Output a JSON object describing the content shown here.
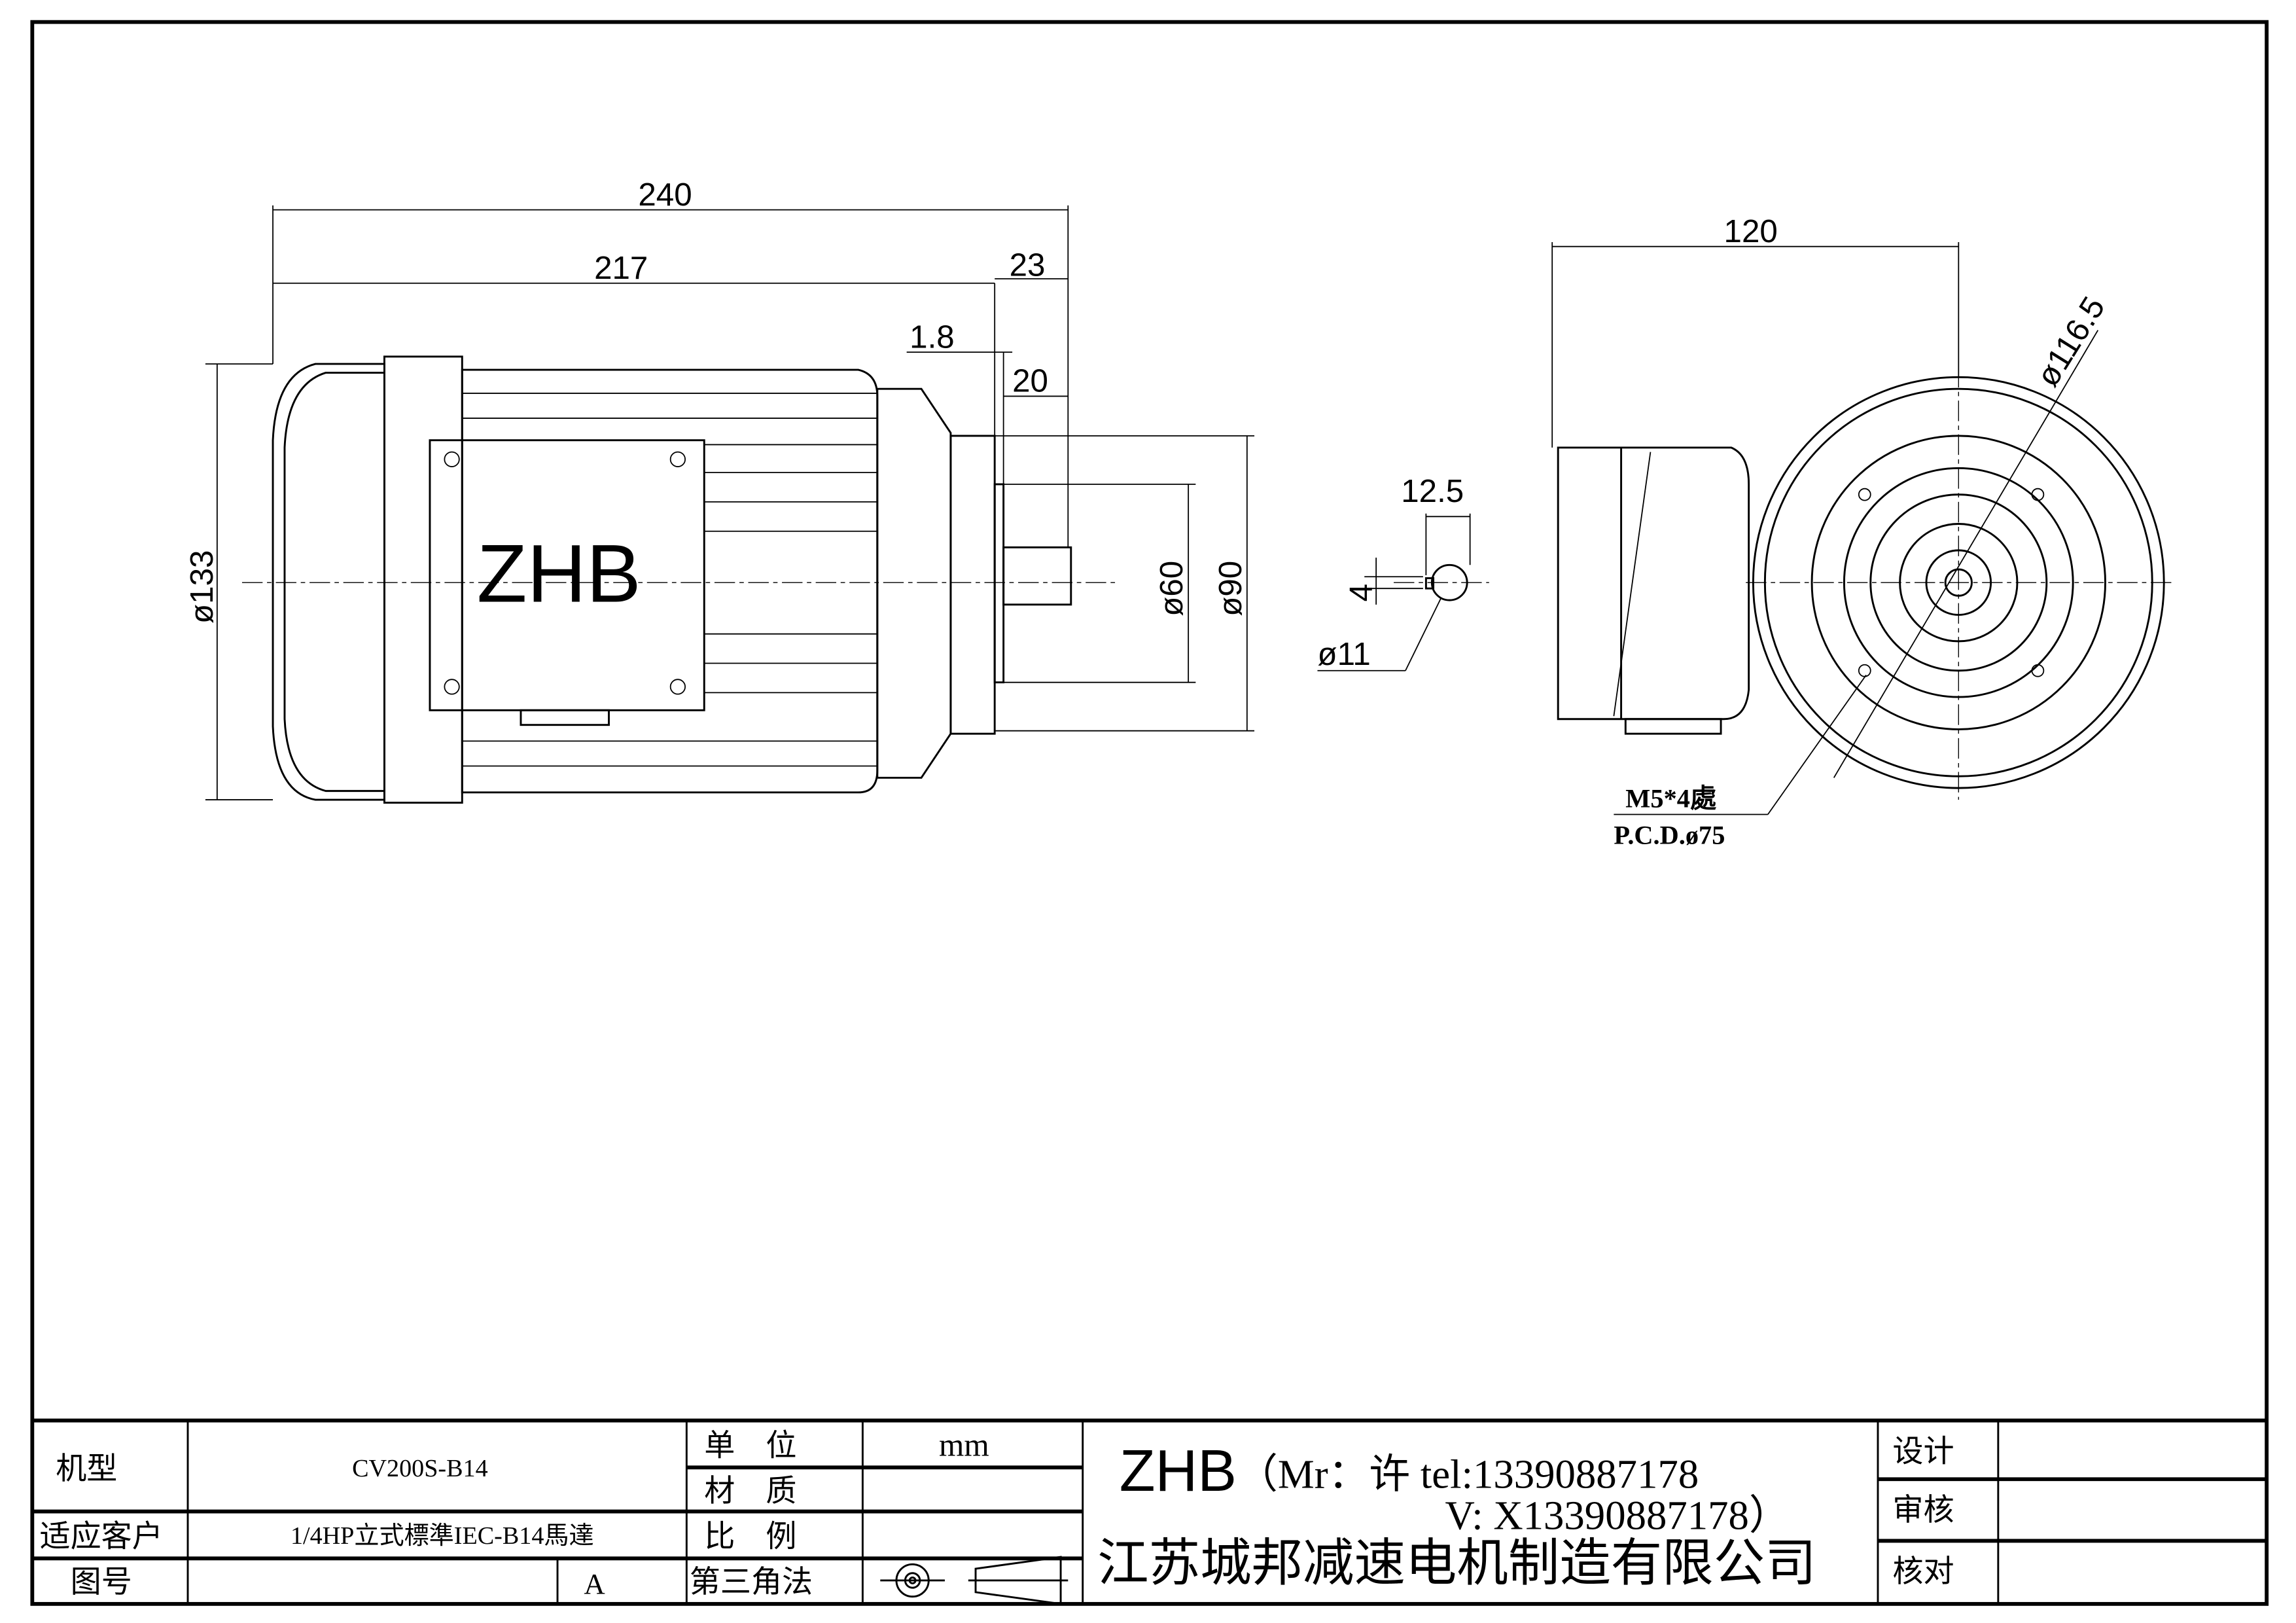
{
  "drawing": {
    "logo_text": "ZHB",
    "front_view_dims": {
      "overall_length": "240",
      "body_length": "217",
      "shaft_length": "23",
      "flange_thickness": "1.8",
      "key_length": "20",
      "body_diameter": "ø133",
      "spigot_diameter": "ø60",
      "flange_diameter": "ø90"
    },
    "shaft_detail": {
      "key_height": "12.5",
      "key_width": "4",
      "shaft_diameter": "ø11"
    },
    "side_view_dims": {
      "width": "120",
      "outer_diameter": "ø116.5",
      "holes": "M5*4處",
      "pcd": "P.C.D.ø75"
    }
  },
  "title_block": {
    "model_label": "机型",
    "model_value": "CV200S-B14",
    "customer_label": "适应客户",
    "customer_value": "1/4HP立式標準IEC-B14馬達",
    "drawing_no_label": "图号",
    "drawing_no_value": "",
    "revision": "A",
    "unit_label": "单　位",
    "unit_value": "mm",
    "material_label": "材　质",
    "material_value": "",
    "scale_label": "比　例",
    "scale_value": "",
    "projection_label": "第三角法",
    "company_logo": "ZHB",
    "contact_line1": "（Mr：许 tel:13390887178",
    "contact_line2": "V: X13390887178）",
    "company_name": "江苏城邦减速电机制造有限公司",
    "design_label": "设计",
    "review_label": "审核",
    "check_label": "核对"
  }
}
